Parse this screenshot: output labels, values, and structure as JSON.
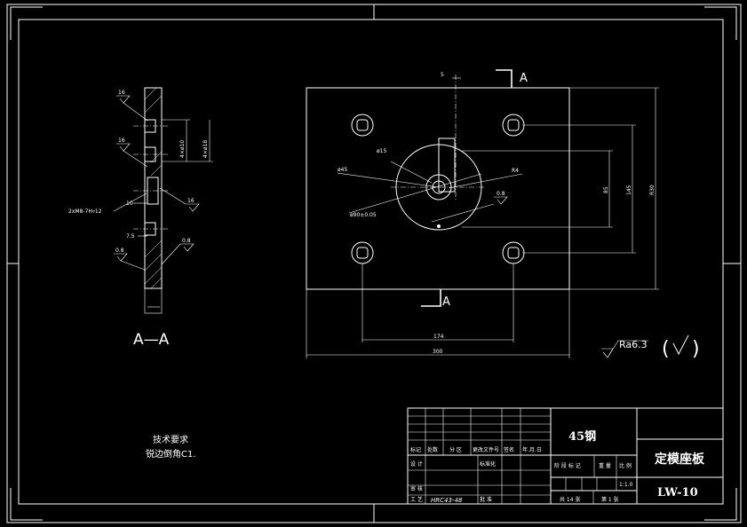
{
  "section_view": {
    "title": "A—A",
    "roughness_marks": [
      "16",
      "16",
      "16",
      "0.8",
      "0.8"
    ],
    "dims": {
      "hole_label": "2xM8-7H▿12",
      "ten": "10",
      "seven_five": "7.5",
      "dia10": "4×ø10",
      "dia18": "4×ø18"
    }
  },
  "main_view": {
    "section_marks": [
      "A",
      "A"
    ],
    "dims": {
      "five": "5",
      "d15": "ø15",
      "d45": "ø45",
      "d90": "ø90±0.05",
      "r4": "R4",
      "d08": "0.8",
      "h85": "85",
      "h145": "145",
      "h230": "R30",
      "w174": "174",
      "w300": "300"
    }
  },
  "roughness_note": {
    "value": "Ra6.3"
  },
  "tech_requirements": {
    "title": "技术要求",
    "line1": "锐边倒角C1."
  },
  "title_block": {
    "material": "45钢",
    "part_name": "定模座板",
    "drawing_no": "LW-10",
    "hrc": "HRC43-48",
    "scale": "1:1.0",
    "sheets": "共 14 张",
    "sheet_no": "第 1 张",
    "headers": [
      "标记",
      "处数",
      "分 区",
      "更改文件号",
      "签名",
      "年.月.日"
    ],
    "row_labels": [
      "设 计",
      "标准化",
      "审 核",
      "工 艺",
      "批 准"
    ],
    "stage_labels": [
      "阶 段 标 记",
      "重 量",
      "比 例"
    ]
  }
}
